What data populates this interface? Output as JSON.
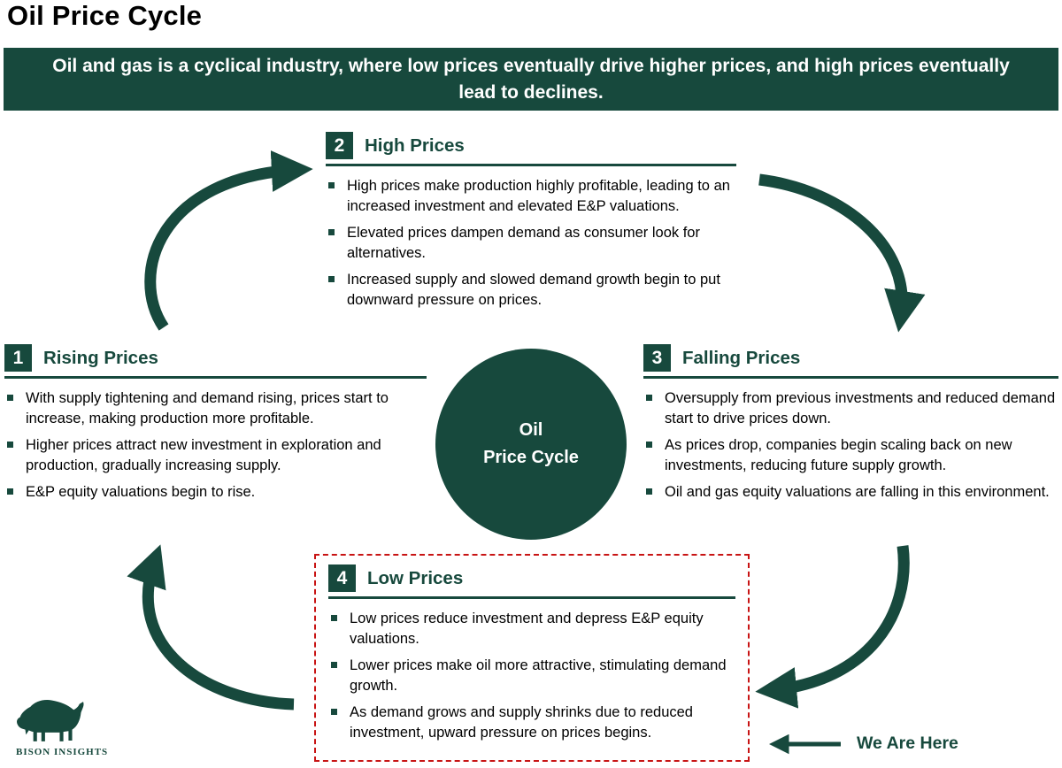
{
  "page": {
    "title": "Oil Price Cycle",
    "banner": "Oil and gas is a cyclical industry, where low prices eventually drive higher prices, and high prices eventually lead to declines."
  },
  "center_circle": {
    "line1": "Oil",
    "line2": "Price Cycle"
  },
  "sections": {
    "high": {
      "number": "2",
      "title": "High Prices",
      "bullets": [
        "High prices make production highly profitable, leading to an increased investment and elevated E&P valuations.",
        "Elevated prices dampen demand as consumer look for alternatives.",
        "Increased supply and slowed demand growth begin to put downward pressure on prices."
      ]
    },
    "rising": {
      "number": "1",
      "title": "Rising Prices",
      "bullets": [
        "With supply tightening and demand rising, prices start to increase, making production more profitable.",
        "Higher prices attract new investment in exploration and production, gradually increasing supply.",
        "E&P equity valuations begin to rise."
      ]
    },
    "falling": {
      "number": "3",
      "title": "Falling Prices",
      "bullets": [
        "Oversupply from previous investments and reduced demand start to drive prices down.",
        "As prices drop, companies begin scaling back on new investments, reducing future supply growth.",
        "Oil and gas equity valuations are falling in this environment."
      ]
    },
    "low": {
      "number": "4",
      "title": "Low Prices",
      "bullets": [
        "Low prices reduce investment and depress E&P equity valuations.",
        "Lower prices make oil more attractive, stimulating demand growth.",
        "As demand grows and supply shrinks due to reduced investment, upward pressure on prices begins."
      ]
    }
  },
  "annotations": {
    "we_are_here": "We Are Here"
  },
  "branding": {
    "logo_text": "BISON INSIGHTS"
  },
  "colors": {
    "primary_green": "#17493d",
    "highlight_red": "#c81414",
    "text_black": "#000000",
    "background": "#ffffff"
  }
}
